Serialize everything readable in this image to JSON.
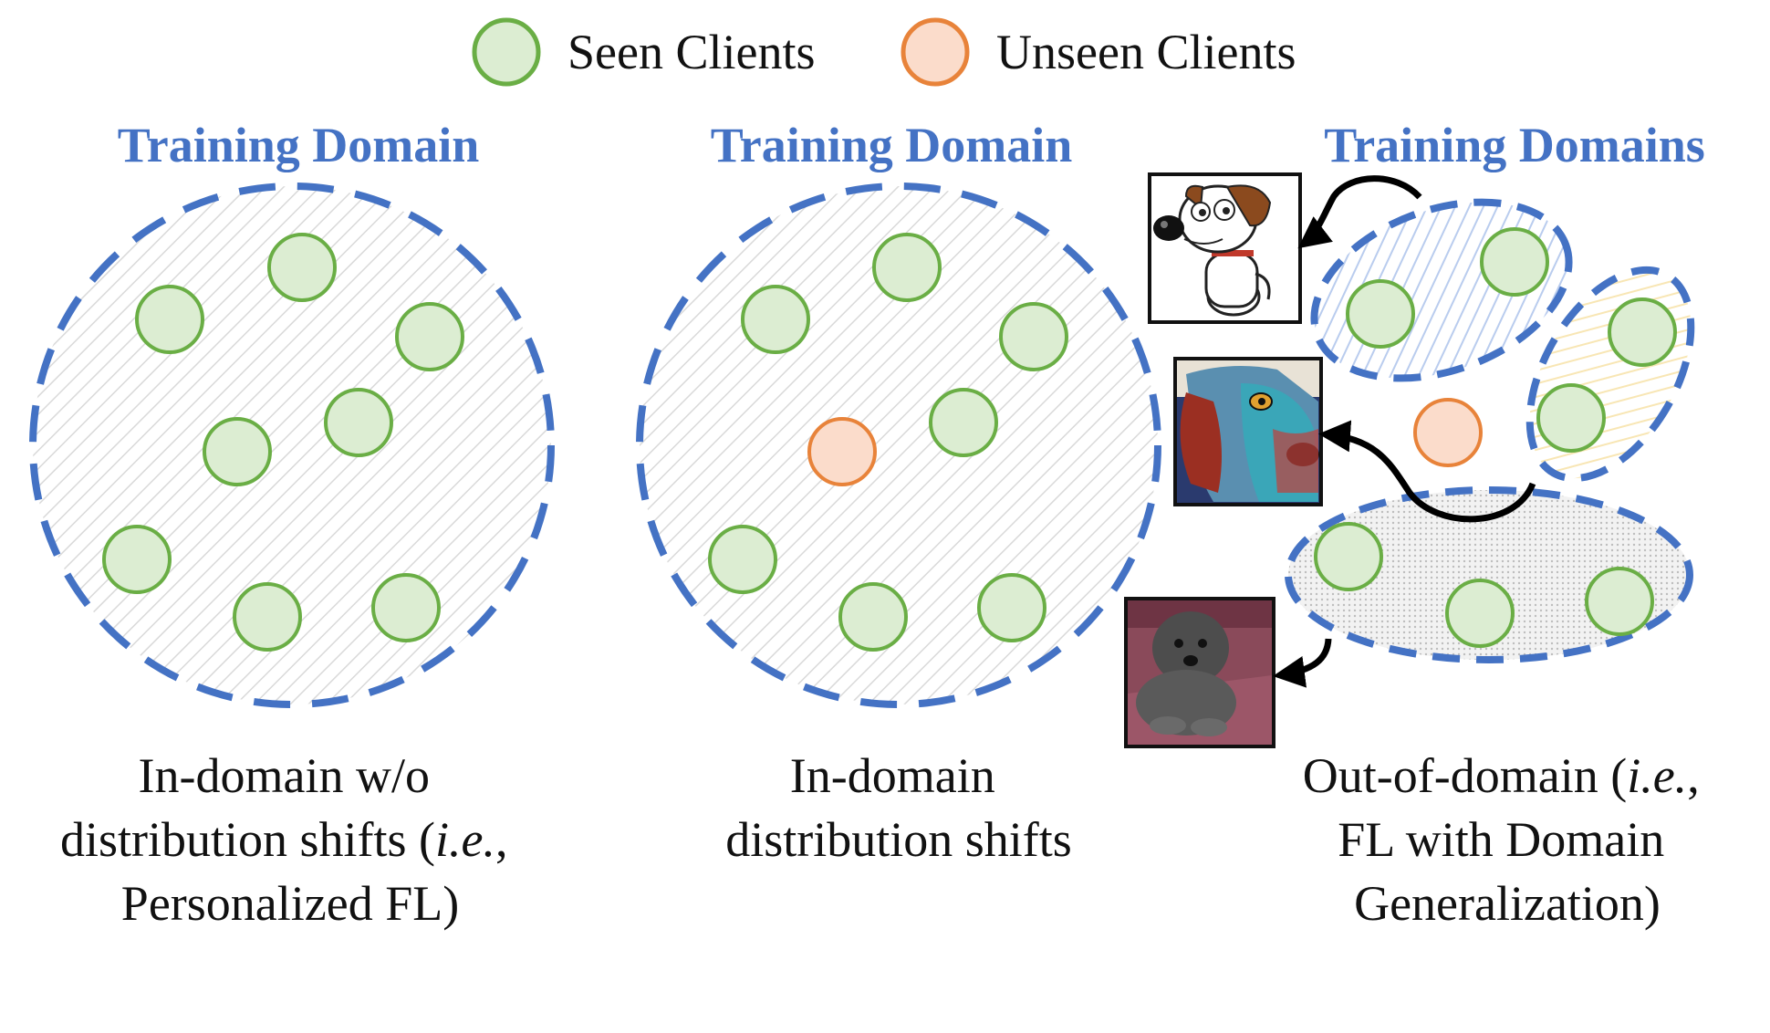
{
  "colors": {
    "domain_border": "#4472C4",
    "title": "#4472C4",
    "seen_fill": "#DCEDD2",
    "seen_stroke": "#6AAE45",
    "unseen_fill": "#FBDCCB",
    "unseen_stroke": "#E8833A",
    "hatch_gray": "#D9D9D9",
    "hatch_blue": "#B9CCEE",
    "hatch_yellow": "#F8E6B4",
    "dots_gray": "#C8C8C8",
    "arrow": "#000000"
  },
  "legend": {
    "seen_label": "Seen Clients",
    "unseen_label": "Unseen Clients",
    "seen_icon": "green-circle",
    "unseen_icon": "orange-circle"
  },
  "panels": [
    {
      "title": "Training Domain",
      "caption": [
        "In-domain w/o",
        "distribution shifts (",
        "i.e.",
        ",",
        "Personalized FL)"
      ]
    },
    {
      "title": "Training Domain",
      "caption": [
        "In-domain",
        "distribution shifts"
      ]
    },
    {
      "title": "Training Domains",
      "caption": [
        "Out-of-domain (",
        "i.e.",
        ",",
        "FL with Domain",
        "Generalization)"
      ],
      "images": [
        "cartoon-dog-image",
        "painted-dog-image",
        "photo-dog-image"
      ]
    }
  ]
}
